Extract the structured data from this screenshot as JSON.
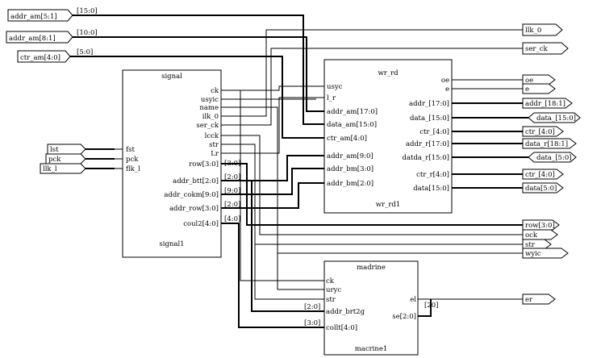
{
  "blocks": {
    "signal": {
      "title": "signal",
      "instance": "signal1",
      "left_pins": [
        "fst",
        "pck",
        "flk_l"
      ],
      "right_pins": [
        "ck",
        "usyic",
        "name",
        "ilk_0",
        "ser_ck",
        "lcck",
        "str",
        "Lr",
        "row[3:0]",
        "addr_btt[2:0]",
        "addr_cokm[9:0]",
        "addr_row[3:0]",
        "coul2[4:0]"
      ]
    },
    "wr_rd": {
      "title": "wr_rd",
      "instance": "wr_rd1",
      "left_pins": [
        "usyc",
        "l_r",
        "addr_am[17:0]",
        "data_am[15:0]",
        "ctr_am[4:0]",
        "addr_am[9:0]",
        "addr_bm[3:0]",
        "addr_bm[2:0]"
      ],
      "right_pins": [
        "oe",
        "e",
        "addr_[17:0]",
        "data_[15:0]",
        "ctr_[4:0]",
        "addr_r[17:0]",
        "datda_r[15:0]",
        "ctr_r[4:0]",
        "data[15:0]"
      ]
    },
    "madrine": {
      "title": "madrine",
      "instance": "macrine1",
      "left_pins": [
        "ck",
        "uryc",
        "str",
        "addr_brt2g",
        "collt[4:0]"
      ],
      "right_pins": [
        "el",
        "se[2:0]"
      ]
    }
  },
  "inputs": [
    "addr_am[5:1]",
    "addr_am[8:1]",
    "ctr_am[4:0]",
    "lst",
    "pck",
    "llk_l"
  ],
  "outputs": [
    "llk_0",
    "ser_ck",
    "oe",
    "e",
    "addr_[18:1]",
    "data_[15:0]",
    "ctr_[4:0]",
    "data_r[18:1]",
    "data_[5:0]",
    "ctr_[4:0]",
    "data[5:0]",
    "row[3:0]",
    "ock",
    "str",
    "wyic",
    "er"
  ],
  "bus_labels": [
    "[15:0]",
    "[10:0]",
    "[5:0]",
    "[3:0]",
    "[2:0]",
    "[9:0]",
    "[2:0]",
    "[4:0]",
    "[2:0]",
    "[3:0]",
    "[20]"
  ]
}
